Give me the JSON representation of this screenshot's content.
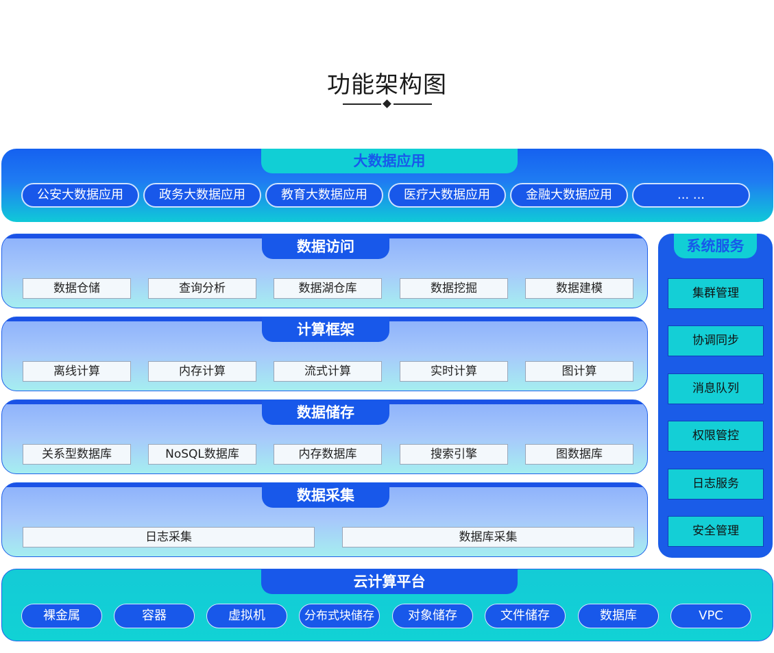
{
  "title": "功能架构图",
  "app_layer": {
    "title": "大数据应用",
    "items": [
      "公安大数据应用",
      "政务大数据应用",
      "教育大数据应用",
      "医疗大数据应用",
      "金融大数据应用",
      "... ..."
    ]
  },
  "access_layer": {
    "title": "数据访问",
    "items": [
      "数据仓储",
      "查询分析",
      "数据湖仓库",
      "数据挖掘",
      "数据建模"
    ]
  },
  "compute_layer": {
    "title": "计算框架",
    "items": [
      "离线计算",
      "内存计算",
      "流式计算",
      "实时计算",
      "图计算"
    ]
  },
  "storage_layer": {
    "title": "数据储存",
    "items": [
      "关系型数据库",
      "NoSQL数据库",
      "内存数据库",
      "搜索引擎",
      "图数据库"
    ]
  },
  "collect_layer": {
    "title": "数据采集",
    "items": [
      "日志采集",
      "数据库采集"
    ]
  },
  "system_services": {
    "title": "系统服务",
    "items": [
      "集群管理",
      "协调同步",
      "消息队列",
      "权限管控",
      "日志服务",
      "安全管理"
    ]
  },
  "cloud_layer": {
    "title": "云计算平台",
    "items": [
      "裸金属",
      "容器",
      "虚拟机",
      "分布式块储存",
      "对象储存",
      "文件储存",
      "数据库",
      "VPC"
    ]
  },
  "colors": {
    "primary_blue": "#1858ea",
    "cyan": "#11cfd5",
    "light_blue": "#a7c8fb"
  }
}
